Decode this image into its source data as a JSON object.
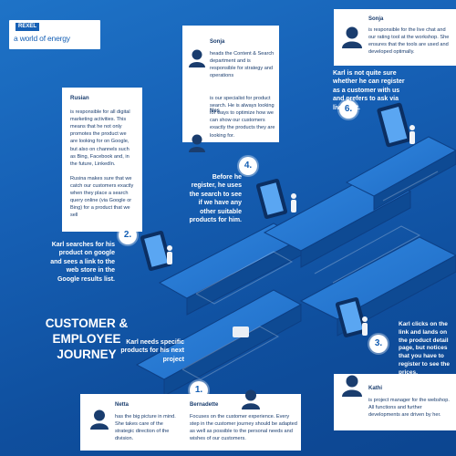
{
  "logo": {
    "brand": "REXEL",
    "tagline": "a world of energy"
  },
  "title": {
    "line1": "CUSTOMER &",
    "line2": "EMPLOYEE",
    "line3": "JOURNEY"
  },
  "people": {
    "rusian": {
      "name": "Rusian",
      "text1": "is responsible for all digital marketing activities. This means that he not only promotes the product we are looking for on Google, but also on channels such as Bing, Facebook and, in the future, LinkedIn.",
      "text2": "Rusina makes sure that we catch our customers exactly when they place a search query online (via Google or Bing) for a product that we sell"
    },
    "sonja_content": {
      "name": "Sonja",
      "text": "heads the Content & Search department and is responsible for strategy and operations"
    },
    "nes": {
      "name": "Nes",
      "text": "is our specialist for product search. He is always looking for ways to optimize how we can show our customers exactly the products they are looking for."
    },
    "sonja_chat": {
      "name": "Sonja",
      "text": "is responsible for the live chat and our rating tool at the workshop. She ensures that the tools are used and developed optimally."
    },
    "netta": {
      "name": "Netta",
      "text": "has the big picture in mind. She takes care of the strategic direction of the division."
    },
    "bernadette": {
      "name": "Bernadette",
      "text": "Focuses on the customer experience. Every step in the customer journey should be adapted as well as possible to the personal needs and wishes of our customers."
    },
    "kathi": {
      "name": "Kathi",
      "text": "is project manager for the webshop. All functions and further developments are driven by her."
    }
  },
  "steps": [
    {
      "num": "1.",
      "text": "Karl needs specific products for his next project"
    },
    {
      "num": "2.",
      "text": "Karl searches for his product on google and sees a link to the web store in the Google results list."
    },
    {
      "num": "3.",
      "text": "Karl clicks on the link and lands on the product detail page, but notices that you have to register to see the prices."
    },
    {
      "num": "4.",
      "text": "Before he register, he uses the search to see if we have any other suitable products for him."
    },
    {
      "num": "6.",
      "text": "Karl is not quite sure whether he can register as a customer with us and prefers to ask via live chat."
    }
  ],
  "colors": {
    "background": "#1660b5",
    "card": "#ffffff",
    "text_dark": "#1a3d6e",
    "accent": "#2e8bf0"
  }
}
